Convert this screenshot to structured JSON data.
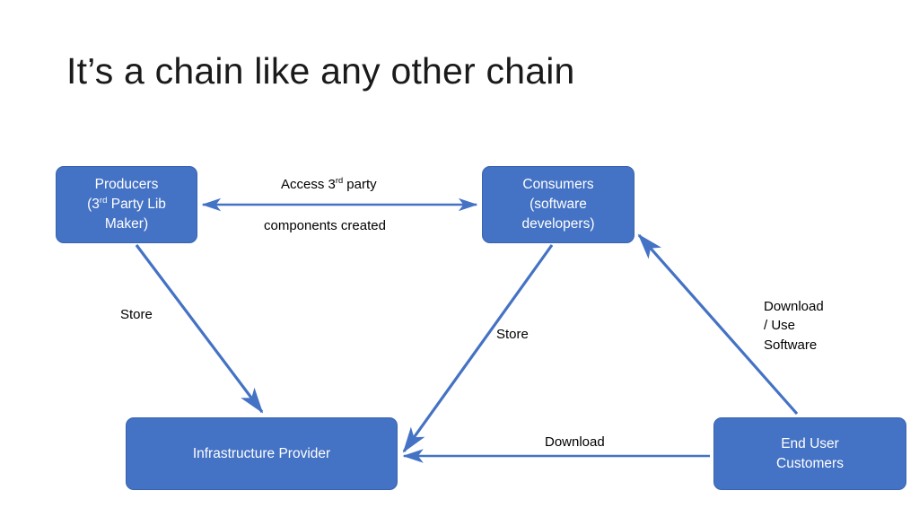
{
  "slide": {
    "title": "It’s a chain like any other chain",
    "background_color": "#ffffff",
    "title_color": "#1a1a1a"
  },
  "theme": {
    "node_fill": "#4472C4",
    "node_border": "#3864AE",
    "node_text": "#ffffff",
    "edge_color": "#4472C4",
    "label_text": "#000000"
  },
  "nodes": [
    {
      "id": "producers",
      "lines": [
        "Producers",
        "(3rd Party Lib",
        "Maker)"
      ],
      "line1": "Producers",
      "line2_prefix": "(3",
      "line2_sup": "rd",
      "line2_suffix": " Party Lib",
      "line3": "Maker)"
    },
    {
      "id": "consumers",
      "lines": [
        "Consumers",
        "(software",
        "developers)"
      ],
      "line1": "Consumers",
      "line2": "(software",
      "line3": "developers)"
    },
    {
      "id": "infrastructure-provider",
      "label": "Infrastructure Provider"
    },
    {
      "id": "end-user-customers",
      "line1": "End User",
      "line2": "Customers"
    }
  ],
  "edges": [
    {
      "id": "producers-consumers",
      "from": "producers",
      "to": "consumers",
      "direction": "both",
      "label_above_prefix": "Access 3",
      "label_above_sup": "rd",
      "label_above_suffix": " party",
      "label_below": "components created"
    },
    {
      "id": "producers-infrastructure",
      "from": "producers",
      "to": "infrastructure-provider",
      "direction": "forward",
      "label": "Store"
    },
    {
      "id": "consumers-infrastructure",
      "from": "consumers",
      "to": "infrastructure-provider",
      "direction": "forward",
      "label": "Store"
    },
    {
      "id": "enduser-consumers",
      "from": "end-user-customers",
      "to": "consumers",
      "direction": "forward",
      "label": "Download\n/ Use\nSoftware"
    },
    {
      "id": "enduser-infrastructure",
      "from": "end-user-customers",
      "to": "infrastructure-provider",
      "direction": "forward",
      "label": "Download"
    }
  ]
}
